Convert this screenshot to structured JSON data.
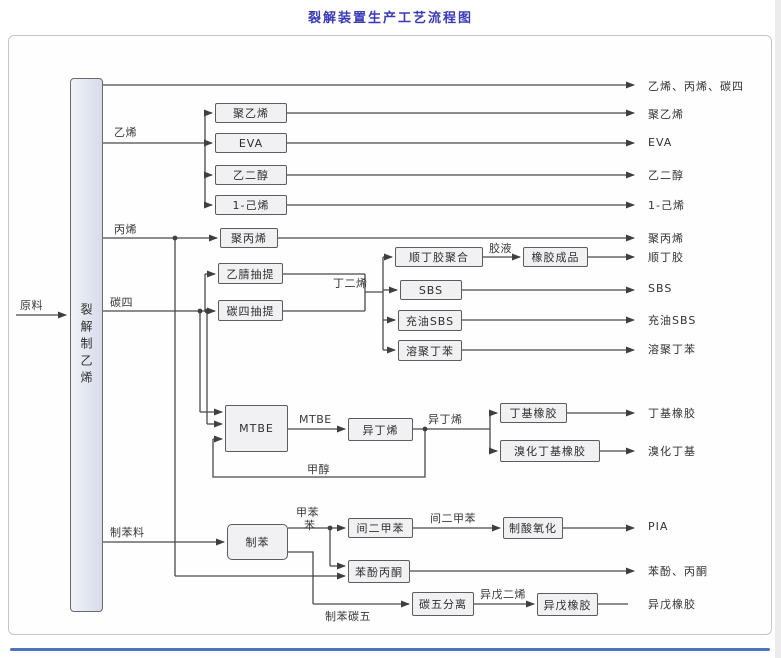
{
  "title": "裂解装置生产工艺流程图",
  "colors": {
    "title": "#3a3ab8",
    "line": "#4a4a4a",
    "box_fill": "#f1f1f3",
    "main_box_fill": "#d7dcea",
    "bottom_accent": "#4d74c4"
  },
  "feed": "原料",
  "main_unit": "裂解制乙烯",
  "streams": {
    "ethylene": "乙烯",
    "propylene": "丙烯",
    "c4": "碳四",
    "butadiene": "丁二烯",
    "glue": "胶液",
    "mtbe": "MTBE",
    "isobutylene": "异丁烯",
    "methanol": "甲醇",
    "benzene_feed": "制苯料",
    "toluene": "甲苯",
    "benzene": "苯",
    "m_xylene": "间二甲苯",
    "benzene_c5": "制苯碳五",
    "isoprene": "异戊二烯"
  },
  "units": {
    "pe": "聚乙烯",
    "eva": "EVA",
    "meg": "乙二醇",
    "hexene": "1-己烯",
    "pp": "聚丙烯",
    "acn_extraction": "乙腈抽提",
    "c4_extraction": "碳四抽提",
    "br_poly": "顺丁胶聚合",
    "rubber_product": "橡胶成品",
    "sbs": "SBS",
    "oil_sbs": "充油SBS",
    "ssbr": "溶聚丁苯",
    "mtbe_unit": "MTBE",
    "isobutylene_unit": "异丁烯",
    "butyl": "丁基橡胶",
    "bromobutyl": "溴化丁基橡胶",
    "benzene_unit": "制苯",
    "m_xylene_unit": "间二甲苯",
    "oxidation": "制酸氧化",
    "phenol_acetone": "苯酚丙酮",
    "c5_separation": "碳五分离",
    "ir_unit": "异戊橡胶"
  },
  "outputs": {
    "mix": "乙烯、丙烯、碳四",
    "pe": "聚乙烯",
    "eva": "EVA",
    "meg": "乙二醇",
    "hexene": "1-己烯",
    "pp": "聚丙烯",
    "br": "顺丁胶",
    "sbs": "SBS",
    "oil_sbs": "充油SBS",
    "ssbr": "溶聚丁苯",
    "butyl": "丁基橡胶",
    "bromobutyl": "溴化丁基",
    "pia": "PIA",
    "phenol_acetone": "苯酚、丙酮",
    "ir": "异戊橡胶"
  }
}
